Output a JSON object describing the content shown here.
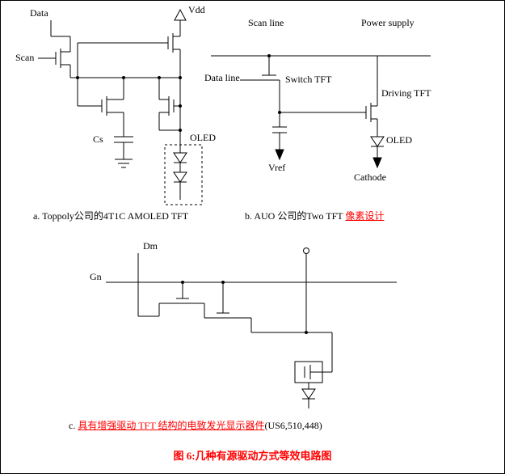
{
  "figure": {
    "caption": "图 6:几种有源驱动方式等效电路图"
  },
  "colors": {
    "line": "#000000",
    "accent_red": "#ff0000",
    "background": "#ffffff"
  },
  "circuit_a": {
    "caption": "a. Toppoly公司的4T1C AMOLED TFT",
    "labels": {
      "data": "Data",
      "vdd": "Vdd",
      "scan": "Scan",
      "cs": "Cs",
      "oled": "OLED"
    }
  },
  "circuit_b": {
    "caption_black": "b. AUO 公司的Two TFT ",
    "caption_red": "像素设计",
    "labels": {
      "scan_line": "Scan line",
      "power_supply": "Power supply",
      "data_line": "Data line",
      "switch_tft": "Switch TFT",
      "driving_tft": "Driving TFT",
      "vref": "Vref",
      "oled": "OLED",
      "cathode": "Cathode"
    }
  },
  "circuit_c": {
    "caption_prefix": "c. ",
    "caption_red": "具有增强驱动 TFT 结构的电致发光显示器件",
    "caption_suffix": "(US6,510,448)",
    "labels": {
      "dm": "Dm",
      "gn": "Gn"
    }
  }
}
